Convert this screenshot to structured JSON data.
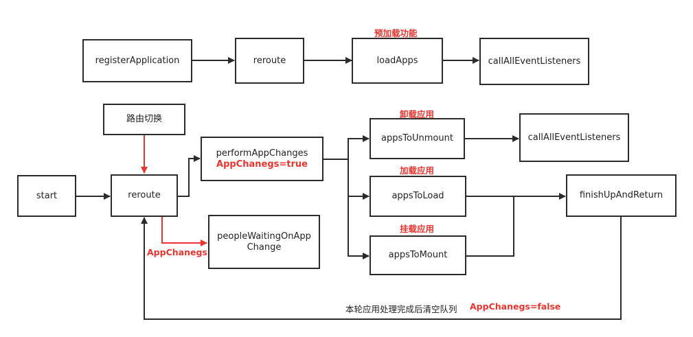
{
  "colors": {
    "line": "#2b2b2b",
    "accent": "#e8352f"
  },
  "top_row": {
    "register": "registerApplication",
    "reroute": "reroute",
    "load_apps": "loadApps",
    "load_apps_note": "预加载功能",
    "call_listeners": "callAllEventListeners"
  },
  "flow": {
    "route_change": "路由切换",
    "start": "start",
    "reroute": "reroute",
    "perform": "performAppChanges",
    "perform_flag": "AppChanegs=true",
    "waiting_line1": "peopleWaitingOnApp",
    "waiting_line2": "Change",
    "waiting_flag": "AppChanegs",
    "unmount": "appsToUnmount",
    "unmount_note": "卸载应用",
    "call_listeners": "callAllEventListeners",
    "load": "appsToLoad",
    "load_note": "加载应用",
    "mount": "appsToMount",
    "mount_note": "挂载应用",
    "finish": "finishUpAndReturn",
    "loop_note": "本轮应用处理完成后清空队列",
    "loop_flag": "AppChanegs=false"
  }
}
